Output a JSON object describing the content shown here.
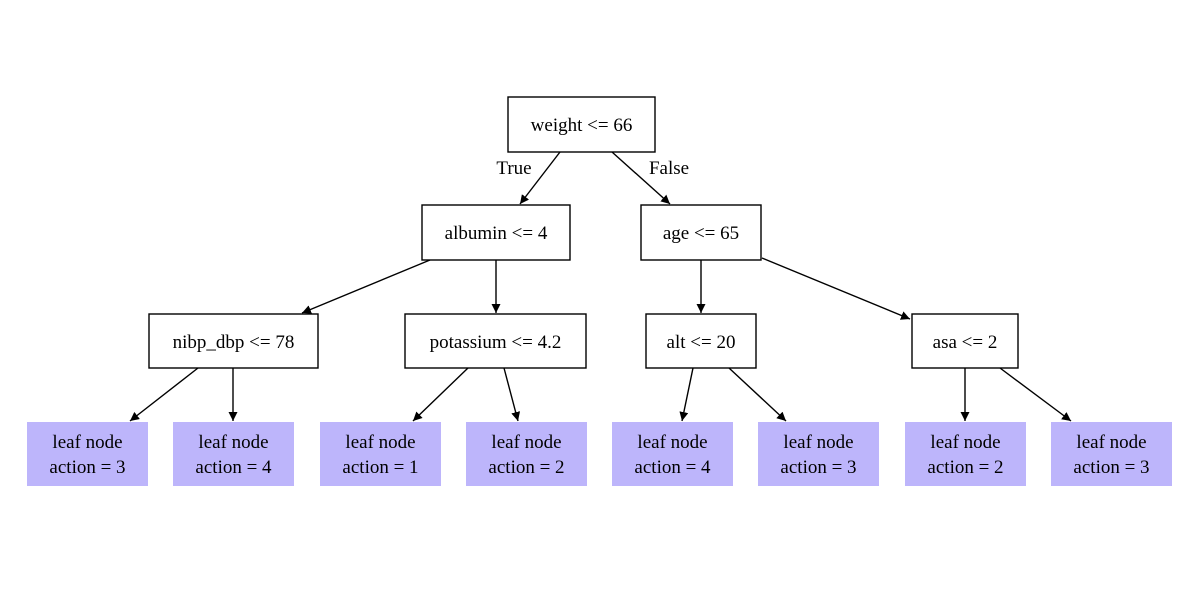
{
  "colors": {
    "leaf_fill": "#bdb5fb",
    "decision_fill": "#ffffff",
    "stroke": "#000000"
  },
  "edge_labels": {
    "true_label": "True",
    "false_label": "False"
  },
  "decisions": [
    {
      "label": "weight <= 66"
    },
    {
      "label": "albumin <= 4"
    },
    {
      "label": "age <= 65"
    },
    {
      "label": "nibp_dbp <= 78"
    },
    {
      "label": "potassium <= 4.2"
    },
    {
      "label": "alt <= 20"
    },
    {
      "label": "asa <= 2"
    }
  ],
  "leaves": [
    {
      "line1": "leaf node",
      "line2": "action = 3"
    },
    {
      "line1": "leaf node",
      "line2": "action = 4"
    },
    {
      "line1": "leaf node",
      "line2": "action = 1"
    },
    {
      "line1": "leaf node",
      "line2": "action = 2"
    },
    {
      "line1": "leaf node",
      "line2": "action = 4"
    },
    {
      "line1": "leaf node",
      "line2": "action = 3"
    },
    {
      "line1": "leaf node",
      "line2": "action = 2"
    },
    {
      "line1": "leaf node",
      "line2": "action = 3"
    }
  ]
}
